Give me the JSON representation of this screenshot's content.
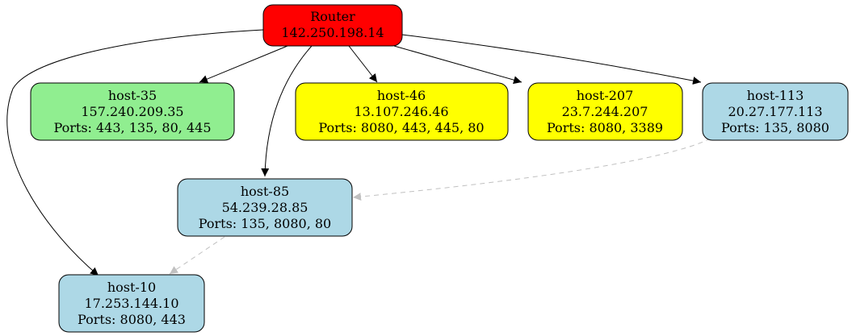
{
  "colors": {
    "router": "#ff0000",
    "green": "#90ee90",
    "yellow": "#ffff00",
    "blue": "#add8e6",
    "edge": "#000000",
    "dashed_edge": "#c0c0c0"
  },
  "nodes": {
    "router": {
      "name": "Router",
      "ip": "142.250.198.14"
    },
    "host35": {
      "name": "host-35",
      "ip": "157.240.209.35",
      "ports": "Ports: 443, 135, 80, 445"
    },
    "host46": {
      "name": "host-46",
      "ip": "13.107.246.46",
      "ports": "Ports: 8080, 443, 445, 80"
    },
    "host207": {
      "name": "host-207",
      "ip": "23.7.244.207",
      "ports": "Ports: 8080, 3389"
    },
    "host113": {
      "name": "host-113",
      "ip": "20.27.177.113",
      "ports": "Ports: 135, 8080"
    },
    "host85": {
      "name": "host-85",
      "ip": "54.239.28.85",
      "ports": "Ports: 135, 8080, 80"
    },
    "host10": {
      "name": "host-10",
      "ip": "17.253.144.10",
      "ports": "Ports: 8080, 443"
    }
  },
  "edges": [
    {
      "from": "Router",
      "to": "host-35",
      "style": "solid"
    },
    {
      "from": "Router",
      "to": "host-46",
      "style": "solid"
    },
    {
      "from": "Router",
      "to": "host-207",
      "style": "solid"
    },
    {
      "from": "Router",
      "to": "host-113",
      "style": "solid"
    },
    {
      "from": "Router",
      "to": "host-85",
      "style": "solid"
    },
    {
      "from": "Router",
      "to": "host-10",
      "style": "solid"
    },
    {
      "from": "host-113",
      "to": "host-85",
      "style": "dashed"
    },
    {
      "from": "host-85",
      "to": "host-10",
      "style": "dashed"
    }
  ]
}
